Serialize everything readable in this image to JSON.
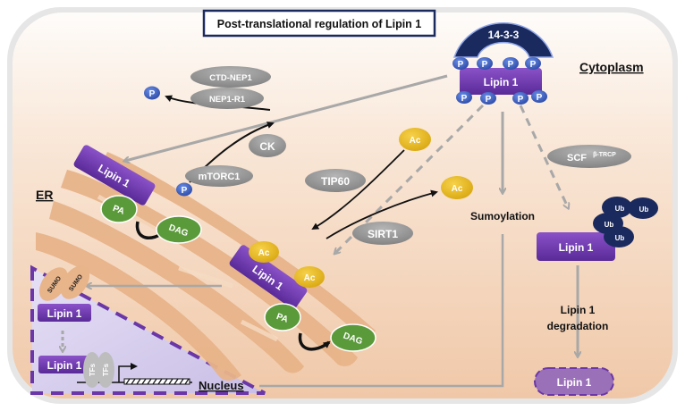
{
  "title": "Post-translational regulation of Lipin 1",
  "compartments": {
    "cytoplasm": "Cytoplasm",
    "er": "ER",
    "nucleus": "Nucleus"
  },
  "top_complex": {
    "adaptor": "14-3-3",
    "protein": "Lipin 1",
    "phospho_label": "P"
  },
  "enzymes": {
    "ctd_nep1": "CTD-NEP1",
    "nep1_r1": "NEP1-R1",
    "ck": "CK",
    "mtorc1": "mTORC1",
    "tip60": "TIP60",
    "sirt1": "SIRT1",
    "scf": "SCF",
    "scf_sup": "β-TRCP"
  },
  "modifiers": {
    "phospho": "P",
    "acetyl": "Ac",
    "ubiquitin": "Ub",
    "sumo": "SUMO",
    "tfs": "TFs"
  },
  "lipids": {
    "pa": "PA",
    "dag": "DAG"
  },
  "proteins": {
    "lipin_er": "Lipin 1",
    "lipin_acetylated": "Lipin 1",
    "lipin_sumo": "Lipin 1",
    "lipin_nuclear": "Lipin 1",
    "lipin_ub": "Lipin 1",
    "lipin_degraded": "Lipin 1"
  },
  "processes": {
    "sumoylation": "Sumoylation",
    "degradation_line1": "Lipin 1",
    "degradation_line2": "degradation"
  },
  "colors": {
    "lipin": "#6a36a8",
    "adaptor": "#1b2a5e",
    "phospho": "#3b5cc4",
    "acetyl": "#e8b923",
    "lipid": "#5b9a3a",
    "enzyme": "#8c8c8c",
    "er": "#e8b48a",
    "nucleus": "#d8d0ee",
    "nucleus_border": "#6a36a8",
    "cell_bg": "#f3d2b6"
  }
}
